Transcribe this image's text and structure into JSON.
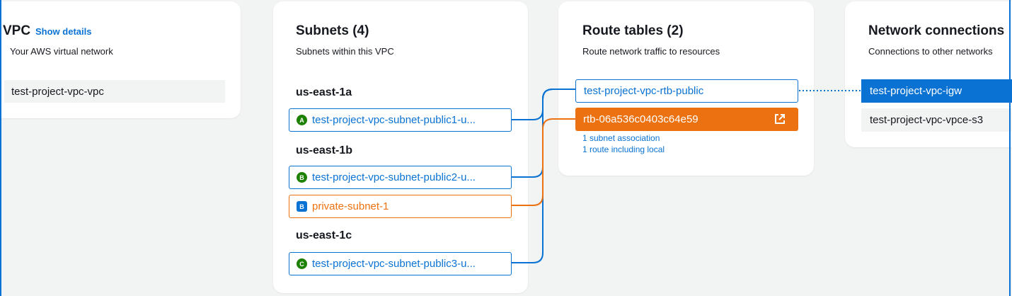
{
  "vpc": {
    "title": "VPC",
    "show_details": "Show details",
    "subtitle": "Your AWS virtual network",
    "item": "test-project-vpc-vpc"
  },
  "subnets": {
    "title": "Subnets (4)",
    "subtitle": "Subnets within this VPC",
    "zones": [
      {
        "name": "us-east-1a",
        "badge": "A",
        "items": [
          {
            "label": "test-project-vpc-subnet-public1-u...",
            "badge": "A"
          }
        ]
      },
      {
        "name": "us-east-1b",
        "items": [
          {
            "label": "test-project-vpc-subnet-public2-u...",
            "badge": "B"
          },
          {
            "label": "private-subnet-1",
            "badge": "B"
          }
        ]
      },
      {
        "name": "us-east-1c",
        "items": [
          {
            "label": "test-project-vpc-subnet-public3-u...",
            "badge": "C"
          }
        ]
      }
    ]
  },
  "route_tables": {
    "title": "Route tables (2)",
    "subtitle": "Route network traffic to resources",
    "items": [
      {
        "label": "test-project-vpc-rtb-public"
      },
      {
        "label": "rtb-06a536c0403c64e59",
        "details": [
          "1 subnet association",
          "1 route including local"
        ]
      }
    ]
  },
  "network": {
    "title": "Network connections",
    "subtitle": "Connections to other networks",
    "items": [
      {
        "label": "test-project-vpc-igw"
      },
      {
        "label": "test-project-vpc-vpce-s3"
      }
    ]
  },
  "colors": {
    "blue": "#0972d3",
    "orange": "#ec7211",
    "green": "#1d8102"
  },
  "icons": {
    "external_link": "external-link-icon"
  }
}
